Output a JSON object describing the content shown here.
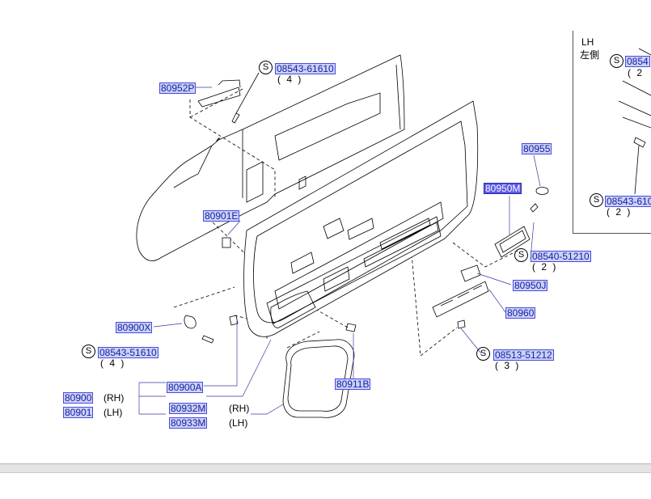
{
  "parts": {
    "p80952P": "80952P",
    "p80901E": "80901E",
    "p80900X": "80900X",
    "p80900A": "80900A",
    "p80900": "80900",
    "p80901": "80901",
    "p80932M": "80932M",
    "p80933M": "80933M",
    "p80911B": "80911B",
    "p80955": "80955",
    "p80950M": "80950M",
    "p80950J": "80950J",
    "p80960": "80960",
    "s08543_61610_top": "08543-61610",
    "s08543_51610": "08543-51610",
    "s08540_51210": "08540-51210",
    "s08513_51212": "08513-51212",
    "inset_s1": "0854",
    "inset_s2": "08543-610"
  },
  "qty": {
    "q4_top": "( 4 )",
    "q4_left": "( 4 )",
    "q2_right": "( 2 )",
    "q3_bottom": "( 3 )",
    "inset_q1": "( 2",
    "inset_q2": "( 2 )"
  },
  "variants": {
    "rh1": "(RH)",
    "lh1": "(LH)",
    "rh2": "(RH)",
    "lh2": "(LH)"
  },
  "inset": {
    "title": "LH",
    "subtitle": "左側"
  },
  "symbols": {
    "screw": "S"
  },
  "colors": {
    "link_bg": "#c9d3f5",
    "link_text": "#1a1aa6",
    "selected_bg": "#5a5ae8",
    "line": "#000000"
  }
}
